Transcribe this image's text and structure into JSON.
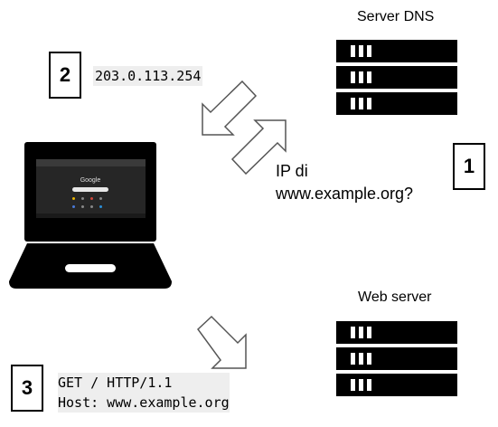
{
  "server_dns": {
    "label": "Server DNS"
  },
  "web_server": {
    "label": "Web server"
  },
  "steps": {
    "step1": {
      "number": "1",
      "question_line1": "IP di",
      "question_line2": "www.example.org?"
    },
    "step2": {
      "number": "2",
      "answer": "203.0.113.254"
    },
    "step3": {
      "number": "3",
      "request_line1": "GET / HTTP/1.1",
      "request_line2": "Host: www.example.org"
    }
  },
  "laptop": {
    "screen": {
      "search_brand": "Google"
    }
  },
  "icons": {
    "server": "server-rack-icon",
    "laptop": "laptop-icon",
    "arrow": "outline-arrow-icon"
  },
  "colors": {
    "ink": "#000000",
    "arrow_fill": "#ffffff",
    "code_background": "#eeeeee",
    "screen": "#262626"
  }
}
